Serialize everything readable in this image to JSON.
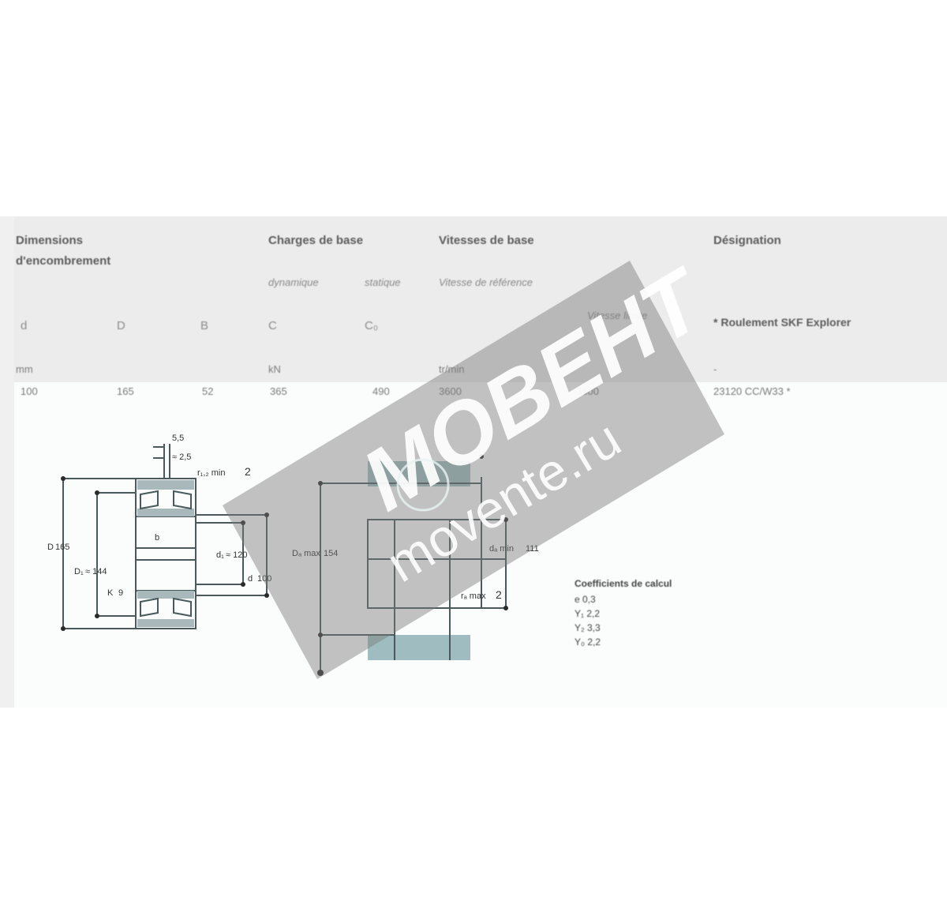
{
  "headers": {
    "dimensions": "Dimensions",
    "dimensions_sub": "d'encombrement",
    "load_ratings": "Charges de base",
    "speed_ratings": "Vitesses de base",
    "designation": "Désignation",
    "dynamic": "dynamique",
    "static": "statique",
    "reference_speed": "Vitesse de référence",
    "limiting_speed": "Vitesse limite",
    "designation_note": "* Roulement SKF Explorer"
  },
  "symbols": {
    "d": "d",
    "D": "D",
    "B": "B",
    "C": "C",
    "C0": "C₀"
  },
  "units": {
    "mm": "mm",
    "kN": "kN",
    "r_min": "tr/min",
    "dash": "-"
  },
  "row": {
    "d": "100",
    "D": "165",
    "B": "52",
    "C": "365",
    "C0": "490",
    "reference_speed": "3600",
    "limiting_speed": "3800",
    "designation": "23120 CC/W33 *"
  },
  "drawing_left": {
    "dim_top1": "5,5",
    "dim_top2": "≈ 2,5",
    "r_min": "r₁,₂ min",
    "r_min_val": "2",
    "D_label": "D",
    "D_val": "165",
    "D1_label": "D₁",
    "D1_val": "≈ 144",
    "d1_label": "d₁",
    "d1_val": "≈ 120",
    "d_label": "d",
    "d_val": "100",
    "b_label": "b",
    "K_label": "K",
    "K_val": "9"
  },
  "drawing_right": {
    "da_label": "dₐ min",
    "da_val": "111",
    "Da_label": "Dₐ max",
    "Da_val": "154",
    "ra_label": "rₐ max",
    "ra_val": "2"
  },
  "calc_factors": {
    "title": "Coefficients de calcul",
    "e": "e 0,3",
    "Y1": "Y₁ 2,2",
    "Y2": "Y₂ 3,3",
    "Y0": "Y₀ 2,2"
  },
  "watermark": {
    "brand": "МОВЕНТ",
    "site": "movente.ru"
  }
}
